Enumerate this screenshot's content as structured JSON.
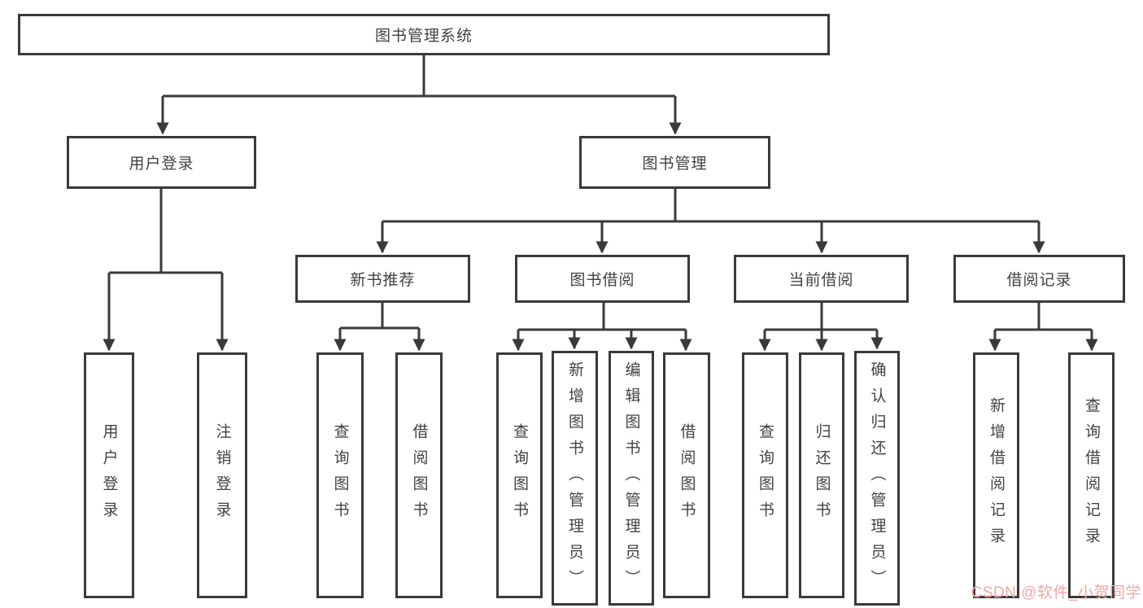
{
  "tree": {
    "label": "图书管理系统",
    "children": [
      {
        "label": "用户登录",
        "children": [
          {
            "label": "用户登录"
          },
          {
            "label": "注销登录"
          }
        ]
      },
      {
        "label": "图书管理",
        "children": [
          {
            "label": "新书推荐",
            "children": [
              {
                "label": "查询图书"
              },
              {
                "label": "借阅图书"
              }
            ]
          },
          {
            "label": "图书借阅",
            "children": [
              {
                "label": "查询图书"
              },
              {
                "label": "新增图书（管理员）"
              },
              {
                "label": "编辑图书（管理员）"
              },
              {
                "label": "借阅图书"
              }
            ]
          },
          {
            "label": "当前借阅",
            "children": [
              {
                "label": "查询图书"
              },
              {
                "label": "归还图书"
              },
              {
                "label": "确认归还（管理员）"
              }
            ]
          },
          {
            "label": "借阅记录",
            "children": [
              {
                "label": "新增借阅记录"
              },
              {
                "label": "查询借阅记录"
              }
            ]
          }
        ]
      }
    ]
  },
  "watermark": {
    "text": "CSDN @软件_小贺同学"
  },
  "colors": {
    "line": "#3a3a3a",
    "text": "#424242",
    "watermark": "#f2a6a6",
    "background": "#ffffff"
  }
}
